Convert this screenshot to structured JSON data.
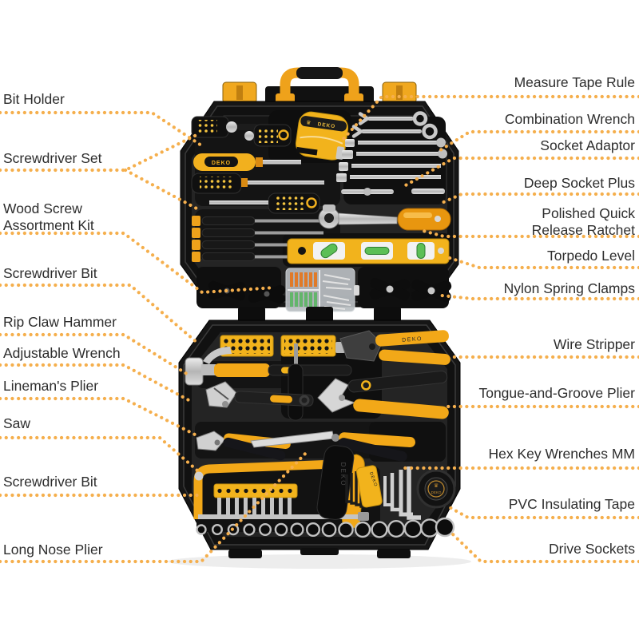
{
  "product": {
    "brand": "DEKO"
  },
  "icons": {
    "crown_glyph": "♛"
  },
  "style": {
    "dot_color": "#F5AF4D",
    "text_color": "#2D2D2D",
    "tool_yellow": "#F2A818",
    "case_black": "#161616",
    "chrome_grey": "#C9C9C9",
    "level_green": "#5CBF56",
    "background": "#FFFFFF"
  },
  "callouts": {
    "left": [
      {
        "label": "Bit Holder"
      },
      {
        "label": "Screwdriver Set"
      },
      {
        "label": "Wood Screw Assortment Kit"
      },
      {
        "label": "Screwdriver Bit"
      },
      {
        "label": "Rip Claw Hammer"
      },
      {
        "label": "Adjustable Wrench"
      },
      {
        "label": "Lineman's Plier"
      },
      {
        "label": "Saw"
      },
      {
        "label": "Screwdriver Bit"
      },
      {
        "label": "Long Nose Plier"
      }
    ],
    "right": [
      {
        "label": "Measure Tape Rule"
      },
      {
        "label": "Combination Wrench"
      },
      {
        "label": "Socket Adaptor"
      },
      {
        "label": "Deep Socket Plus"
      },
      {
        "label": "Polished Quick Release Ratchet"
      },
      {
        "label": "Torpedo Level"
      },
      {
        "label": "Nylon Spring Clamps"
      },
      {
        "label": "Wire Stripper"
      },
      {
        "label": "Tongue-and-Groove Plier"
      },
      {
        "label": "Hex Key Wrenches MM"
      },
      {
        "label": "PVC Insulating Tape"
      },
      {
        "label": "Drive Sockets"
      }
    ]
  }
}
